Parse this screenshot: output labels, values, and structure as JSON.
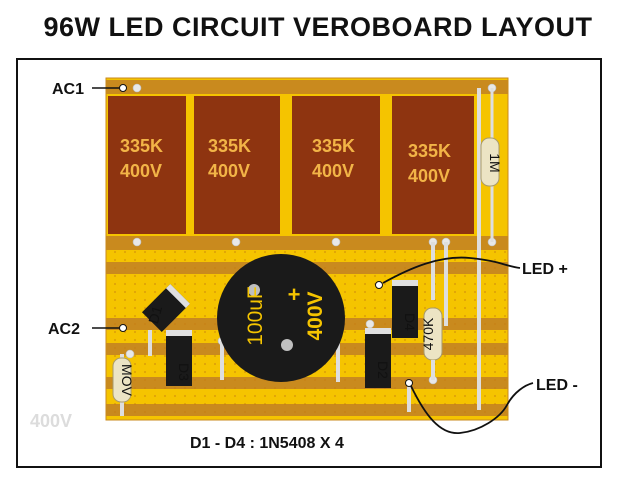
{
  "title": "96W LED CIRCUIT VEROBOARD LAYOUT",
  "capacitors": [
    {
      "value": "335K",
      "voltage": "400V"
    },
    {
      "value": "335K",
      "voltage": "400V"
    },
    {
      "value": "335K",
      "voltage": "400V"
    },
    {
      "value": "335K",
      "voltage": "400V"
    }
  ],
  "electrolytic": {
    "value": "100uF",
    "voltage": "400V",
    "polarity": "+"
  },
  "diodes": [
    "D1",
    "D2",
    "D3",
    "D4"
  ],
  "resistors": {
    "r1": "1M",
    "r2": "470K",
    "mov": "MOV"
  },
  "pins": {
    "ac1": "AC1",
    "ac2": "AC2",
    "led_plus": "LED +",
    "led_minus": "LED -"
  },
  "watermark": "400V",
  "note": "D1 - D4 : 1N5408 X 4",
  "colors": {
    "board": "#f5c400",
    "strip": "#c98a1e",
    "capacitor": "#8e3410",
    "cap_text": "#f2b447",
    "electrolytic": "#1a1a1a"
  }
}
